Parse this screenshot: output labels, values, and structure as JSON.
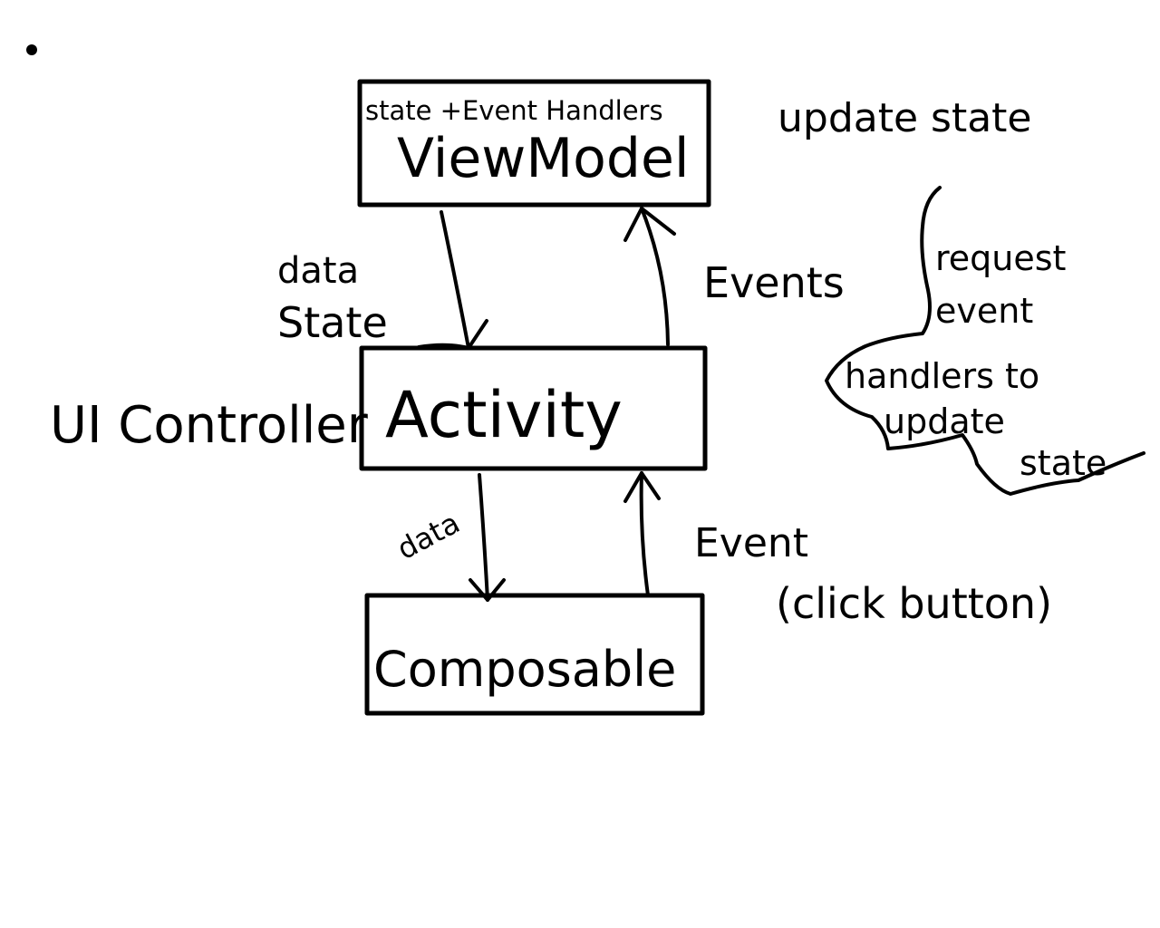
{
  "diagram": {
    "nodes": {
      "viewmodel": {
        "title": "ViewModel",
        "subtitle": "state +Event Handlers"
      },
      "activity": {
        "title": "Activity"
      },
      "composable": {
        "title": "Composable"
      }
    },
    "labels": {
      "ui_controller": "UI Controller",
      "update_state": "update state",
      "data_state_line1": "data",
      "data_state_line2": "State",
      "events": "Events",
      "data_down": "data",
      "event_up": "Event",
      "click_button": "(click button)"
    },
    "annotation": {
      "lines": [
        "request",
        "event",
        "handlers to",
        "update",
        "state"
      ]
    }
  },
  "colors": {
    "ink": "#000000",
    "background": "#ffffff"
  }
}
